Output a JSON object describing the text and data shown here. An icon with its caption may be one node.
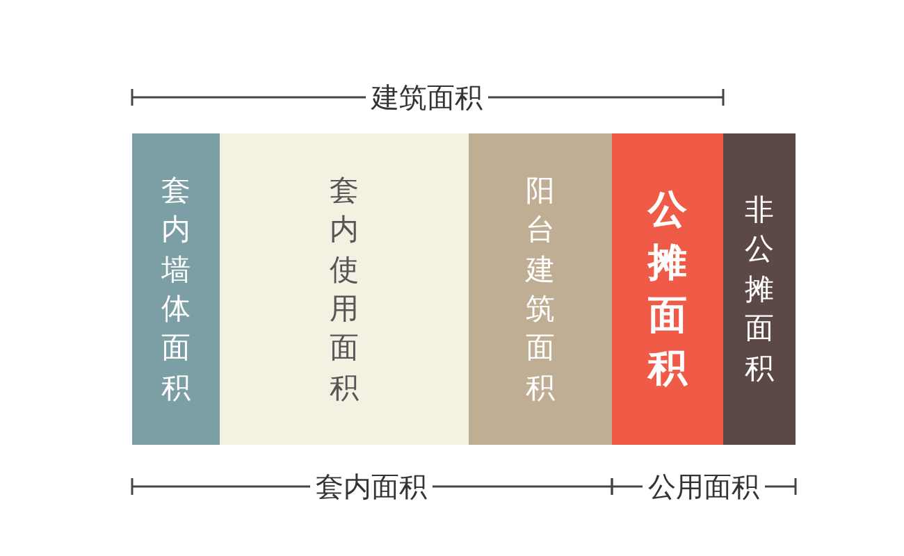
{
  "diagram": {
    "nodes": [
      {
        "text": [
          "套内墙体面积"
        ]
      },
      {
        "text": [
          "套内使用面积"
        ]
      },
      {
        "text": [
          "阳台建筑面积"
        ]
      },
      {
        "text": [
          "公摊面积"
        ]
      },
      {
        "text": [
          "非公摊面积"
        ]
      }
    ],
    "labels": [
      "建筑面积",
      "套内面积",
      "公用面积"
    ]
  }
}
